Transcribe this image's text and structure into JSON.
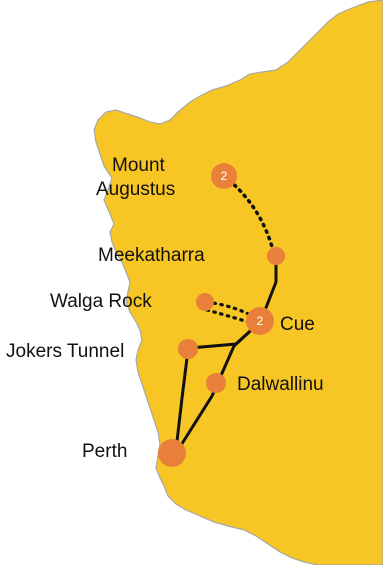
{
  "colors": {
    "land": "#F7C624",
    "coast_outline": "#A8A8A8",
    "marker": "#E9803A",
    "route": "#111111",
    "label": "#111111",
    "badge_text": "#FFFFFF"
  },
  "locations": [
    {
      "id": "mount-augustus",
      "label_lines": [
        "Mount",
        "Augustus"
      ],
      "badge": "2"
    },
    {
      "id": "meekatharra",
      "label": "Meekatharra"
    },
    {
      "id": "walga-rock",
      "label": "Walga Rock"
    },
    {
      "id": "cue",
      "label": "Cue",
      "badge": "2"
    },
    {
      "id": "jokers-tunnel",
      "label": "Jokers Tunnel"
    },
    {
      "id": "dalwallinu",
      "label": "Dalwallinu"
    },
    {
      "id": "perth",
      "label": "Perth"
    }
  ],
  "routes": [
    {
      "from": "Mount Augustus",
      "to": "Meekatharra",
      "style": "dotted"
    },
    {
      "from": "Walga Rock",
      "to": "Cue",
      "style": "dotted"
    },
    {
      "from": "Meekatharra",
      "to": "Cue",
      "style": "solid"
    },
    {
      "from": "Cue",
      "to": "Jokers Tunnel",
      "style": "solid"
    },
    {
      "from": "Cue",
      "to": "Perth",
      "style": "solid"
    },
    {
      "from": "Jokers Tunnel",
      "to": "Perth",
      "style": "solid"
    }
  ]
}
